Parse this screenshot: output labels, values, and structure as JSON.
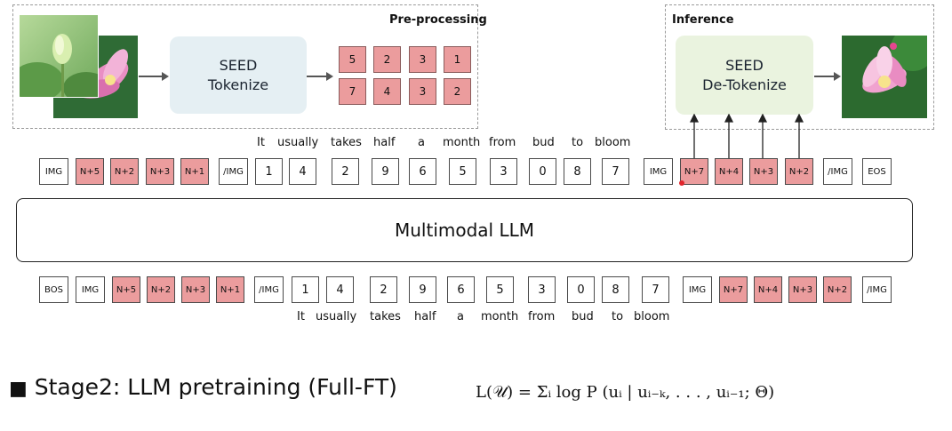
{
  "preprocessing": {
    "title": "Pre-processing",
    "tokenizer": {
      "line1": "SEED",
      "line2": "Tokenize"
    },
    "codes": [
      "5",
      "2",
      "3",
      "1",
      "7",
      "4",
      "3",
      "2"
    ]
  },
  "inference": {
    "title": "Inference",
    "detokenizer": {
      "line1": "SEED",
      "line2": "De-Tokenize"
    }
  },
  "caption_words": [
    "It",
    "usually",
    "takes",
    "half",
    "a",
    "month",
    "from",
    "bud",
    "to",
    "bloom"
  ],
  "top_tokens": [
    "IMG",
    "N+5",
    "N+2",
    "N+3",
    "N+1",
    "/IMG",
    "1",
    "4",
    "2",
    "9",
    "6",
    "5",
    "3",
    "0",
    "8",
    "7",
    "IMG",
    "N+7",
    "N+4",
    "N+3",
    "N+2",
    "/IMG",
    "EOS"
  ],
  "bottom_tokens": [
    "BOS",
    "IMG",
    "N+5",
    "N+2",
    "N+3",
    "N+1",
    "/IMG",
    "1",
    "4",
    "2",
    "9",
    "6",
    "5",
    "3",
    "0",
    "8",
    "7",
    "IMG",
    "N+7",
    "N+4",
    "N+3",
    "N+2",
    "/IMG"
  ],
  "llm_label": "Multimodal LLM",
  "stage": {
    "bullet": "■",
    "title": "Stage2: LLM pretraining (Full-FT)"
  },
  "formula": "L(𝒰) = Σᵢ log P (uᵢ | uᵢ₋ₖ, . . . , uᵢ₋₁; Θ)",
  "colors": {
    "token_pink": "#eb9c9d",
    "tokenizer_bg": "#e5eff3",
    "detokenizer_bg": "#eaf3df",
    "dashed_border": "#9a9a9a"
  }
}
